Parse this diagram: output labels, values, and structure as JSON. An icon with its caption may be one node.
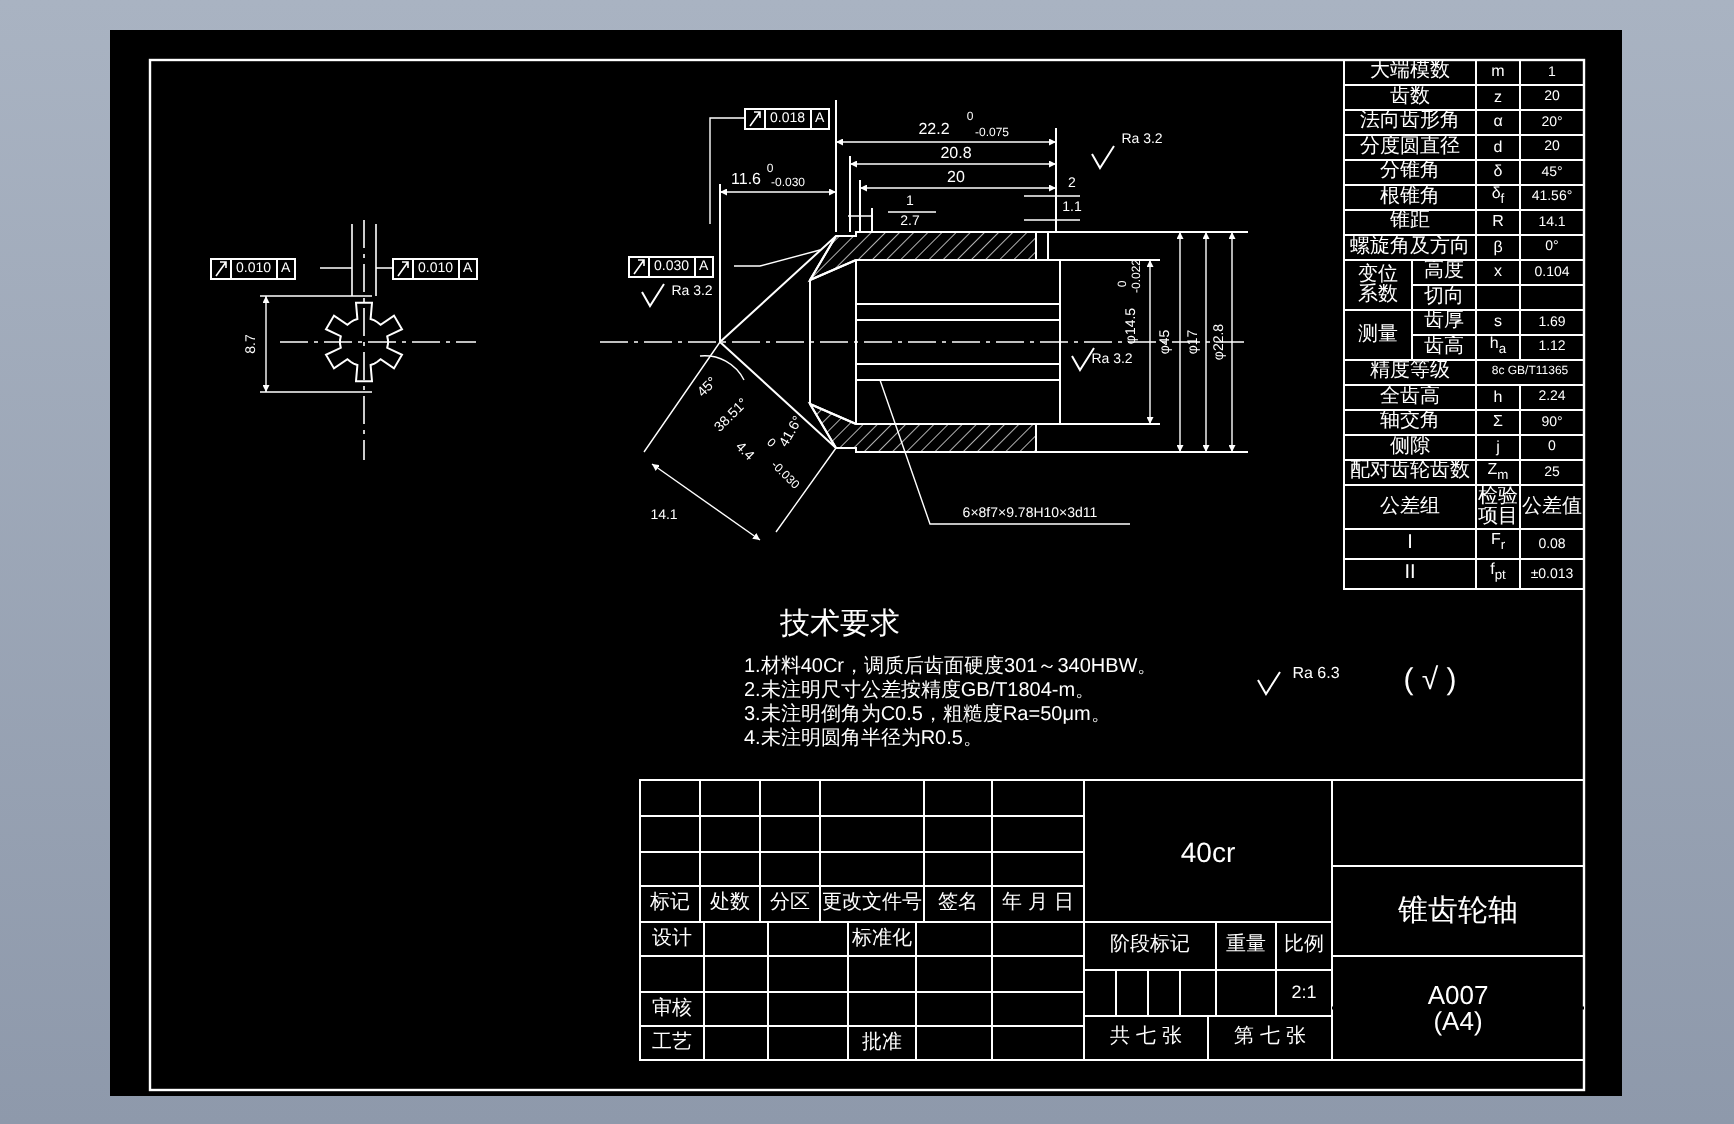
{
  "diagram": {
    "labels": [
      "0.018",
      "A",
      "22.2",
      "0",
      "-0.075",
      "20.8",
      "11.6",
      "0",
      "-0.030",
      "20",
      "1",
      "2.7",
      "2",
      "1.1",
      "Ra 3.2",
      "0.030",
      "A",
      "Ra 3.2",
      "Ra 3.2",
      "φ14.5",
      "0",
      "-0.022",
      "φ45",
      "φ17",
      "φ22.8",
      "45°",
      "38.51°",
      "41.6°",
      "4.4",
      "0",
      "-0.030",
      "14.1",
      "6×8f7×9.78H10×3d11",
      "0.010",
      "A",
      "0.010",
      "A",
      "8.7",
      "技术要求",
      "1.材料40Cr，调质后齿面硬度301～340HBW。",
      "2.未注明尺寸公差按精度GB/T1804-m。",
      "3.未注明倒角为C0.5，粗糙度Ra=50μm。",
      "4.未注明圆角半径为R0.5。",
      "Ra 6.3",
      "( √ )",
      "大端模数",
      "m",
      "1",
      "齿数",
      "z",
      "20",
      "法向齿形角",
      "α",
      "20°",
      "分度圆直径",
      "d",
      "20",
      "分锥角",
      "δ",
      "45°",
      "根锥角",
      "δ$_{f}$",
      "41.56°",
      "锥距",
      "R",
      "14.1",
      "螺旋角及方向",
      "β",
      "0°",
      "变位系数",
      "高度",
      "x",
      "0.104",
      "切向",
      "测量",
      "齿厚",
      "s",
      "1.69",
      "齿高",
      "h$_{a}$",
      "1.12",
      "精度等级",
      "8c GB/T11365",
      "全齿高",
      "h",
      "2.24",
      "轴交角",
      "Σ",
      "90°",
      "侧隙",
      "j",
      "0",
      "配对齿轮齿数",
      "Z$_{m}$",
      "25",
      "公差组",
      "检验项目",
      "公差值",
      "I",
      "F$_{r}$",
      "0.08",
      "II",
      "f$_{pt}$",
      "±0.013",
      "标记",
      "处数",
      "分区",
      "更改文件号",
      "签名",
      "年 月 日",
      "设计",
      "标准化",
      "审核",
      "工艺",
      "批准",
      "40cr",
      "阶段标记",
      "重量",
      "比例",
      "2:1",
      "共 七 张",
      "第 七 张",
      "锥齿轮轴",
      "A007",
      "(A4)"
    ]
  }
}
